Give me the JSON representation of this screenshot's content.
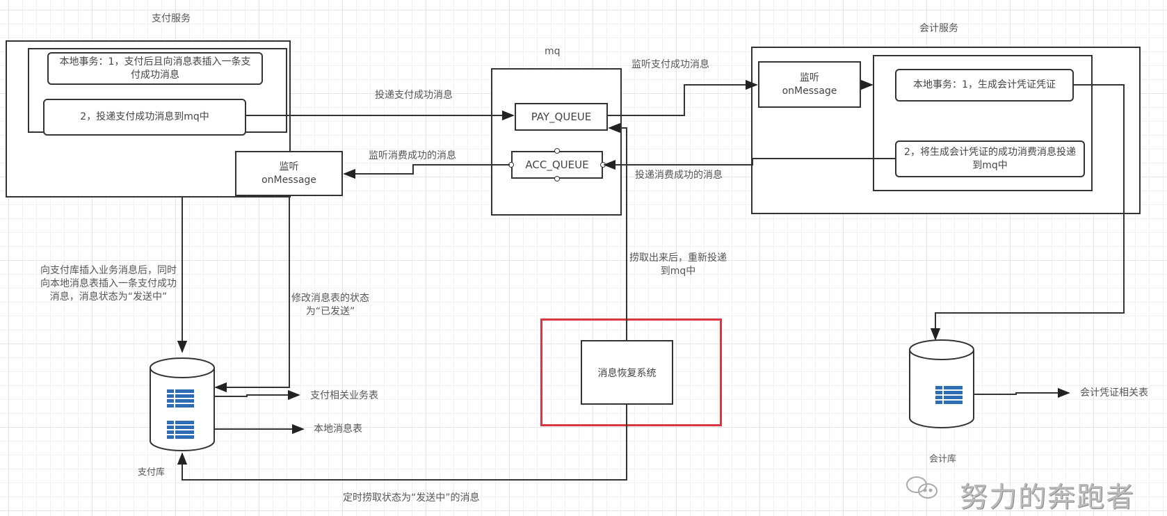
{
  "payment_service": {
    "title": "支付服务",
    "local_tx_step1": "本地事务：1，支付后且向消息表插入一条支付成功消息",
    "local_tx_step2": "2，投递支付成功消息到mq中",
    "listener_line1": "监听",
    "listener_line2": "onMessage"
  },
  "mq": {
    "title": "mq",
    "pay_queue": "PAY_QUEUE",
    "acc_queue": "ACC_QUEUE"
  },
  "accounting_service": {
    "title": "会计服务",
    "listener_line1": "监听",
    "listener_line2": "onMessage",
    "local_tx_step1": "本地事务：1，生成会计凭证凭证",
    "local_tx_step2": "2，将生成会计凭证的成功消费消息投递到mq中"
  },
  "edges": {
    "deliver_pay_success": "投递支付成功消息",
    "listen_pay_success": "监听支付成功消息",
    "listen_consume_success": "监听消费成功的消息",
    "deliver_consume_success": "投递消费成功的消息",
    "insert_business_msg": "向支付库插入业务消息后，同时向本地消息表插入一条支付成功消息，消息状态为“发送中”",
    "update_status_sent": "修改消息表的状态为“已发送”",
    "redeliver_to_mq": "捞取出来后，重新投递到mq中",
    "poll_sending_msgs": "定时捞取状态为“发送中”的消息"
  },
  "recovery_system": {
    "label": "消息恢复系统",
    "highlight_color": "#d9363e"
  },
  "payment_db": {
    "label": "支付库",
    "tables": [
      "支付相关业务表",
      "本地消息表"
    ],
    "icon": "table-icon",
    "icon_color": "#2e6db3"
  },
  "accounting_db": {
    "label": "会计库",
    "tables": [
      "会计凭证相关表"
    ],
    "icon": "table-icon",
    "icon_color": "#2e6db3"
  },
  "watermark": {
    "icon": "wechat-icon",
    "text": "努力的奔跑者"
  }
}
